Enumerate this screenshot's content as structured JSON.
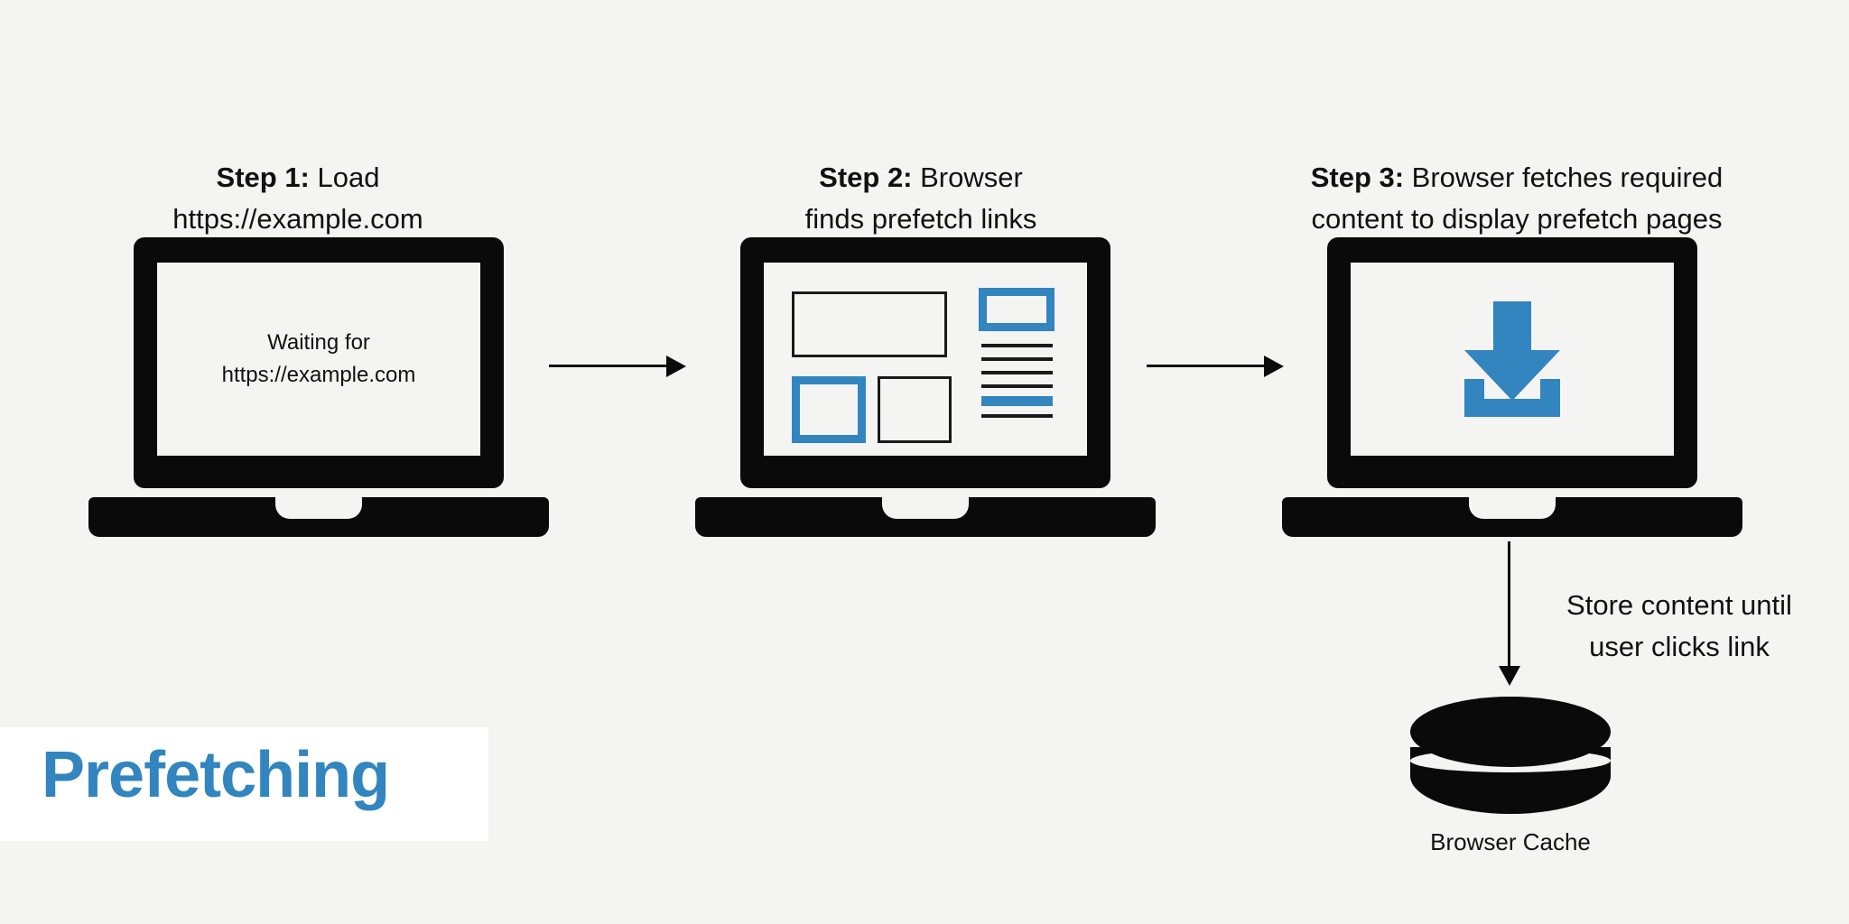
{
  "diagram": {
    "title": "Prefetching",
    "background_color": "#f4f4f3",
    "accent_color": "#3285bf",
    "ink_color": "#0a0a0a"
  },
  "steps": [
    {
      "id": "step-1",
      "caption_lead": "Step 1:",
      "caption_rest": " Load\nhttps://example.com",
      "device": "laptop",
      "screen_kind": "text",
      "screen_text": "Waiting for\nhttps://example.com"
    },
    {
      "id": "step-2",
      "caption_lead": "Step 2:",
      "caption_rest": " Browser\nfinds prefetch links",
      "device": "laptop",
      "screen_kind": "wireframe",
      "wireframe": {
        "blocks": [
          {
            "name": "hero-block",
            "style": "black"
          },
          {
            "name": "thumb-block-prefetch",
            "style": "blue"
          },
          {
            "name": "thumb-block",
            "style": "black"
          },
          {
            "name": "sidebar-media-block-prefetch",
            "style": "blue"
          }
        ],
        "text_lines": [
          "black",
          "black",
          "black",
          "black",
          "blue",
          "black"
        ]
      }
    },
    {
      "id": "step-3",
      "caption_lead": "Step 3:",
      "caption_rest": " Browser fetches required\ncontent to display prefetch pages",
      "device": "laptop",
      "screen_kind": "download-icon",
      "screen_icon": "download-icon"
    }
  ],
  "connectors": {
    "arrow_1_to_2": "arrow-right",
    "arrow_2_to_3": "arrow-right",
    "arrow_3_to_cache": "arrow-down",
    "store_note": "Store content until\nuser clicks link"
  },
  "cache": {
    "icon": "database-cylinder-icon",
    "label": "Browser Cache"
  }
}
